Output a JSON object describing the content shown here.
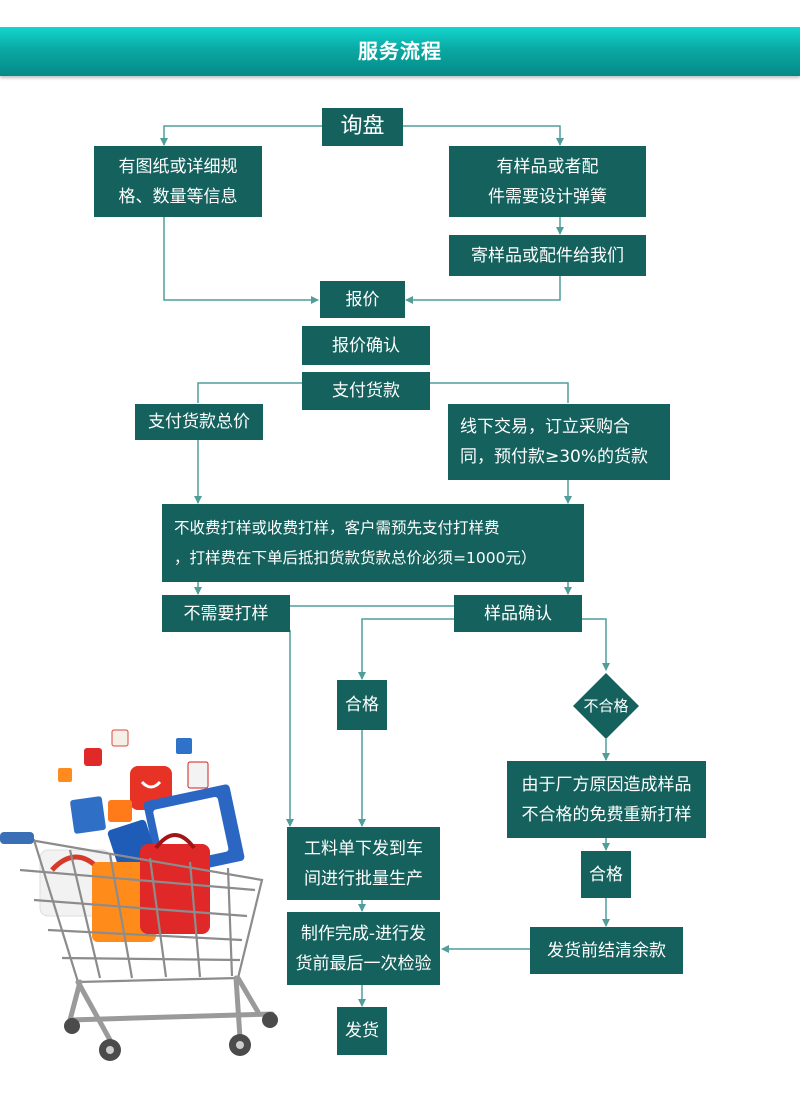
{
  "header": {
    "title": "服务流程"
  },
  "colors": {
    "box": "#14615d",
    "line": "#4f9e9a",
    "banner": "#0aa9a3"
  },
  "flow": {
    "inquiry": "询盘",
    "drawing_info": [
      "有图纸或详细规",
      "格、数量等信息"
    ],
    "sample_design": [
      "有样品或者配",
      "件需要设计弹簧"
    ],
    "send_samples": "寄样品或配件给我们",
    "quote": "报价",
    "quote_confirm": "报价确认",
    "pay_goods": "支付货款",
    "pay_total": "支付货款总价",
    "offline_trade": [
      "线下交易，订立采购合",
      "同，预付款≥30%的货款"
    ],
    "sample_fee": [
      "不收费打样或收费打样，客户需预先支付打样费",
      "，打样费在下单后抵扣货款货款总价必须=1000元）"
    ],
    "no_sample": "不需要打样",
    "sample_confirm": "样品确认",
    "qualified": "合格",
    "unqualified": "不合格",
    "factory_reason": [
      "由于厂方原因造成样品",
      "不合格的免费重新打样"
    ],
    "qualified2": "合格",
    "production": [
      "工料单下发到车",
      "间进行批量生产"
    ],
    "inspection": [
      "制作完成-进行发",
      "货前最后一次检验"
    ],
    "balance": "发货前结清余款",
    "ship": "发货"
  }
}
